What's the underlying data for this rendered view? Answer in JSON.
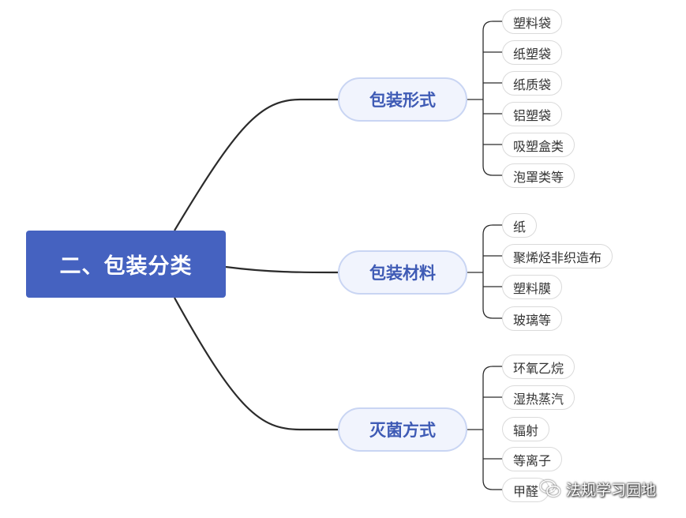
{
  "root": {
    "label": "二、包装分类"
  },
  "branches": [
    {
      "label": "包装形式",
      "items": [
        "塑料袋",
        "纸塑袋",
        "纸质袋",
        "铝塑袋",
        "吸塑盒类",
        "泡罩类等"
      ]
    },
    {
      "label": "包装材料",
      "items": [
        "纸",
        "聚烯烃非织造布",
        "塑料膜",
        "玻璃等"
      ]
    },
    {
      "label": "灭菌方式",
      "items": [
        "环氧乙烷",
        "湿热蒸汽",
        "辐射",
        "等离子",
        "甲醛"
      ]
    }
  ],
  "watermark": {
    "text": "法规学习园地",
    "icon": "wechat-icon"
  },
  "colors": {
    "root": "#4562c0",
    "branch_text": "#3f5bb5",
    "branch_fill": "#f1f4fd",
    "branch_border": "#c9d5f3",
    "line": "#2b2b2b"
  }
}
